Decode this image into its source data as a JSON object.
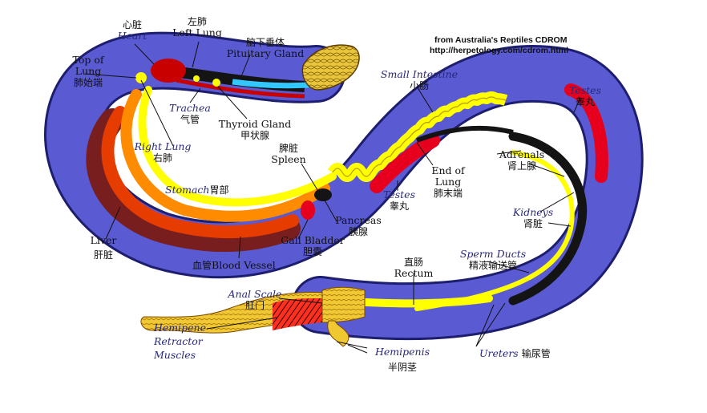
{
  "credit": {
    "line1": "from Australia's Reptiles CDROM",
    "line2": "http://herpetology.com/cdrom.html"
  },
  "labels": {
    "heart": {
      "cn": "心脏",
      "en": "Heart"
    },
    "left_lung": {
      "cn": "左肺",
      "en": "Left Lung"
    },
    "pituitary": {
      "cn": "脑下垂体",
      "en": "Pituitary Gland"
    },
    "top_of_lung": {
      "en1": "Top of",
      "en2": "Lung",
      "cn": "肺始端"
    },
    "trachea": {
      "en": "Trachea",
      "cn": "气管"
    },
    "thyroid": {
      "en": "Thyroid Gland",
      "cn": "甲状腺"
    },
    "small_intestine": {
      "en": "Small Intestine",
      "cn": "小肠"
    },
    "testes_upper": {
      "en": "Testes",
      "cn": "睾丸"
    },
    "right_lung": {
      "en": "Right Lung",
      "cn": "右肺"
    },
    "spleen": {
      "cn": "脾脏",
      "en": "Spleen"
    },
    "end_of_lung": {
      "en1": "End of",
      "en2": "Lung",
      "cn": "肺末端"
    },
    "adrenals": {
      "en": "Adrenals",
      "cn": "肾上腺"
    },
    "stomach": {
      "en": "Stomach",
      "cn": "胃部"
    },
    "testes_lower": {
      "en": "Testes",
      "cn": "睾丸"
    },
    "kidneys": {
      "en": "Kidneys",
      "cn": "肾脏"
    },
    "pancreas": {
      "en": "Pancreas",
      "cn": "胰腺"
    },
    "liver": {
      "en": "Liver",
      "cn": "肝脏"
    },
    "gall_bladder": {
      "en": "Gall Bladder",
      "cn": "胆囊"
    },
    "sperm_ducts": {
      "en": "Sperm Ducts",
      "cn": "精液输送管"
    },
    "blood_vessel": {
      "cn": "血管",
      "en": "Blood Vessel"
    },
    "rectum": {
      "cn": "直肠",
      "en": "Rectum"
    },
    "anal_scale": {
      "en": "Anal Scale",
      "cn": "肛门"
    },
    "hemipene_retractor": {
      "en1": "Hemipene",
      "en2": "Retractor",
      "en3": "Muscles"
    },
    "hemipenis": {
      "en": "Hemipenis",
      "cn": "半阴茎"
    },
    "ureters": {
      "en": "Ureters",
      "cn": "输尿管"
    }
  },
  "colors": {
    "body_outline": "#1e1e6e",
    "body_fill": "#5a5ad2",
    "intestine": "#ffff00",
    "stomach_band": "#ff8c00",
    "liver": "#e63c00",
    "dark_liver": "#781e1e",
    "lung": "#c80000",
    "testes": "#e6001e",
    "kidney": "#141414",
    "head": "#e6c832",
    "thyroid_blue": "#32c8ff"
  }
}
